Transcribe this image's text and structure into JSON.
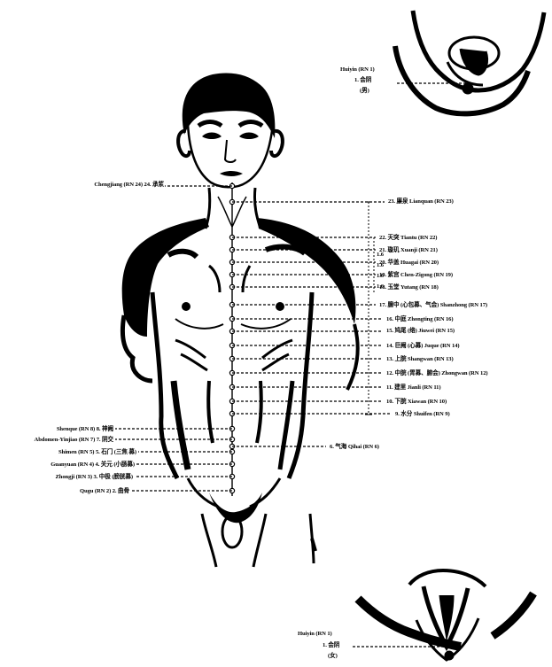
{
  "figure": {
    "background": "#ffffff",
    "ink": "#000000"
  },
  "insets": {
    "male": {
      "label_en": "Huiyin (RN 1)",
      "label_cn": "1. 会阴",
      "sex": "(男)"
    },
    "female": {
      "label_en": "Huiyin (RN 1)",
      "label_cn": "1. 会阴",
      "sex": "(女)"
    }
  },
  "points": [
    {
      "id": 24,
      "text": "Chengjiang (RN 24) 24. 承浆"
    },
    {
      "id": 23,
      "text": "23. 廉泉 Lianquan (RN 23)"
    },
    {
      "id": 22,
      "text": "22. 天突 Tiantu (RN 22)"
    },
    {
      "id": 21,
      "text": "21. 璇玑 Xuanji (RN 21)"
    },
    {
      "id": 20,
      "text": "20. 华盖 Huagai (RN 20)"
    },
    {
      "id": 19,
      "text": "19. 紫宫 Chen-Zigong (RN 19)"
    },
    {
      "id": 18,
      "text": "18. 玉堂 Yutang (RN 18)"
    },
    {
      "id": 17,
      "text": "17. 膻中 (心包募、气会) Shanzhong (RN 17)"
    },
    {
      "id": 16,
      "text": "16. 中庭 Zhongting (RN 16)"
    },
    {
      "id": 15,
      "text": "15. 鸠尾 (络) Jiuwei (RN 15)"
    },
    {
      "id": 14,
      "text": "14. 巨阙 (心募) Juque (RN 14)"
    },
    {
      "id": 13,
      "text": "13. 上脘 Shangwan (RN 13)"
    },
    {
      "id": 12,
      "text": "12. 中脘 (胃募、腑会) Zhongwan (RN 12)"
    },
    {
      "id": 11,
      "text": "11. 建里 Jianli (RN 11)"
    },
    {
      "id": 10,
      "text": "10. 下脘 Xiawan (RN 10)"
    },
    {
      "id": 9,
      "text": "9. 水分 Shuifen (RN 9)"
    },
    {
      "id": 8,
      "text": "Shenque (RN 8) 8. 神阙"
    },
    {
      "id": 7,
      "text": "Abdomen-Yinjiao (RN 7) 7. 阴交"
    },
    {
      "id": 6,
      "text": "6. 气海 Qihai (RN 6)"
    },
    {
      "id": 5,
      "text": "Shimen (RN 5) 5. 石门 (三焦 募)"
    },
    {
      "id": 4,
      "text": "Guanyuan (RN 4) 4. 关元 (小肠募)"
    },
    {
      "id": 3,
      "text": "Zhongji (RN 3) 3. 中极 (膀胱募)"
    },
    {
      "id": 2,
      "text": "Qugu (RN 2) 2. 曲骨"
    }
  ],
  "measure_marks": [
    "1.6",
    "1.6",
    "1.6",
    "1.6"
  ]
}
